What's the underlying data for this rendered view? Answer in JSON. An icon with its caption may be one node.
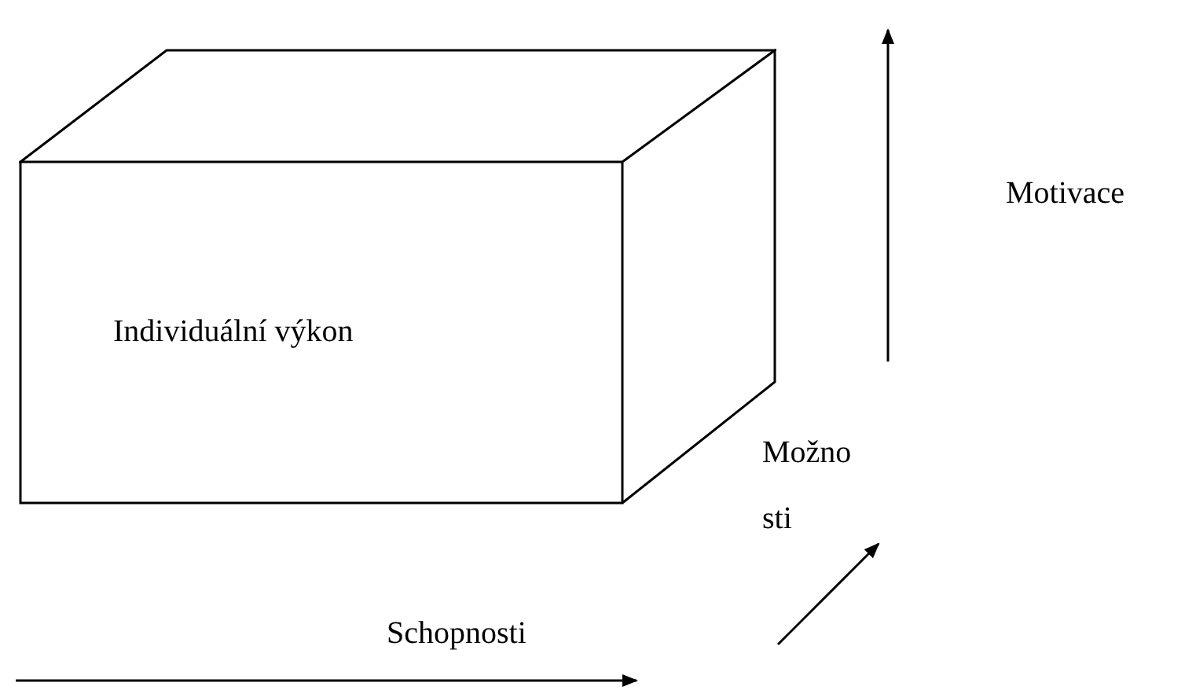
{
  "diagram": {
    "nodes": [
      {
        "text": [
          "Individuální výkon"
        ]
      }
    ],
    "labels": [
      "Motivace",
      "Možno sti",
      "Schopnosti"
    ]
  }
}
